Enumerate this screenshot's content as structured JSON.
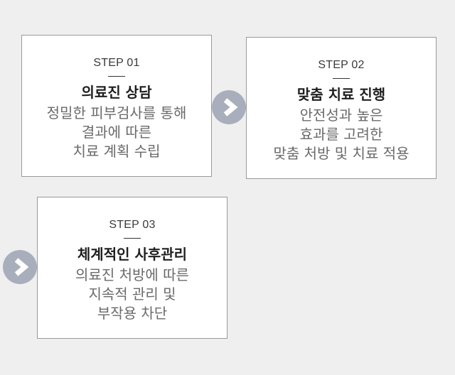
{
  "colors": {
    "background": "#efefef",
    "card": "#ffffff",
    "card_border": "#9a9a9a",
    "arrow": "#a9aebc",
    "title": "#1e1e1e",
    "description": "#6a6a6a"
  },
  "steps": [
    {
      "step_label": "STEP 01",
      "title": "의료진 상담",
      "lines": [
        "정밀한 피부검사를 통해",
        "결과에 따른",
        "치료 계획 수립"
      ]
    },
    {
      "step_label": "STEP 02",
      "title": "맞춤 치료 진행",
      "lines": [
        "안전성과 높은",
        "효과를 고려한",
        "맞춤 처방 및 치료 적용"
      ]
    },
    {
      "step_label": "STEP 03",
      "title": "체계적인 사후관리",
      "lines": [
        "의료진 처방에 따른",
        "지속적 관리 및",
        "부작용 차단"
      ]
    }
  ],
  "arrows": [
    {
      "icon": "chevron-right-icon"
    },
    {
      "icon": "chevron-right-icon"
    }
  ]
}
